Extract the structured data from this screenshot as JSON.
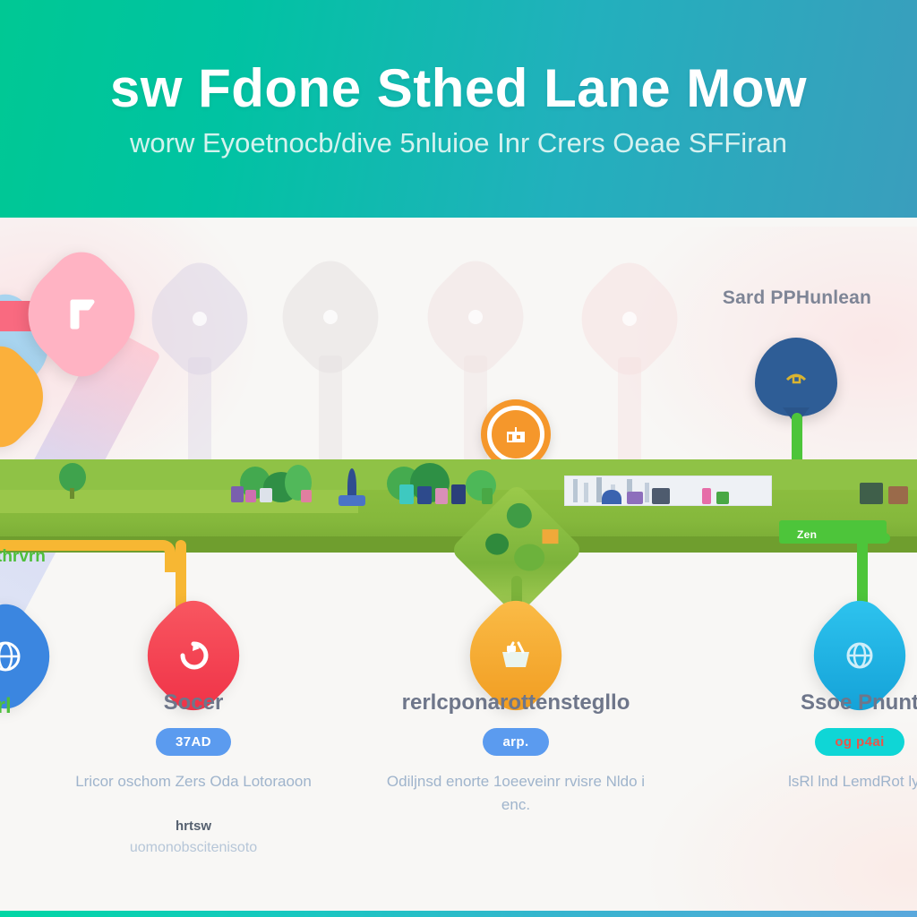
{
  "header": {
    "title": "sw Fdone Sthed Lane Mow",
    "subtitle": "worw Eyoetnocb/dive 5nluioe Inr Crers Oeae SFFiran",
    "gradient_start": "#00c894",
    "gradient_end": "#3a9ebd"
  },
  "map": {
    "side_label_left": "thrvrn",
    "top_label_right": "Sard PPHunlean",
    "inline_tag": "Zen"
  },
  "ghost_pins": [
    {
      "name": "ghost-pin-1",
      "color": "#ddd6e6"
    },
    {
      "name": "ghost-pin-2",
      "color": "#e3dede"
    },
    {
      "name": "ghost-pin-3",
      "color": "#eee0e0"
    },
    {
      "name": "ghost-pin-4",
      "color": "#f2dede"
    }
  ],
  "pins": [
    {
      "name": "pin-pink-flag",
      "icon": "flag-icon",
      "color": "#ffb3c3",
      "label": ""
    },
    {
      "name": "pin-orange-factory",
      "icon": "factory-icon",
      "color": "#f5972b",
      "label": ""
    },
    {
      "name": "pin-navy-shipping",
      "icon": "shipping-icon",
      "color": "#2e5d96",
      "label": "Sard PPHunlean"
    }
  ],
  "cards": [
    {
      "name": "card-left-edge",
      "icon": "globe-icon",
      "icon_color": "#3b86e0",
      "title": "rrl",
      "badge": "",
      "badge_color": "#5b9bef",
      "desc": "",
      "foot_title": "",
      "foot_text": ""
    },
    {
      "name": "card-sourcing",
      "icon": "recycle-icon",
      "icon_color": "#f2454f",
      "title": "Socer",
      "badge": "37AD",
      "badge_color": "#5b9bef",
      "desc": "Lricor oschom Zers Oda Lotoraoon",
      "foot_title": "hrtsw",
      "foot_text": "uomonobscitenisoto"
    },
    {
      "name": "card-processing",
      "icon": "basket-icon",
      "icon_color": "#f5a62b",
      "title": "rerlcponarottenstegllo",
      "badge": "arp.",
      "badge_color": "#5b9bef",
      "desc": "Odiljnsd enorte 1oeeveinr rvisre Nldo i enc.",
      "foot_title": "",
      "foot_text": ""
    },
    {
      "name": "card-supply-planning",
      "icon": "globe-icon",
      "icon_color": "#1fb6e8",
      "title": "Ssoe Pnunt",
      "badge": "og p4ai",
      "badge_color": "#0fd6d6",
      "badge_text_color": "#e8564a",
      "desc": "lsRl lnd LemdRot lyel",
      "foot_title": "",
      "foot_text": ""
    }
  ],
  "colors": {
    "land_green": "#8cbe3f",
    "connector_orange": "#f7b733",
    "connector_green": "#4dc53a",
    "connector_red": "#f2454f",
    "text_muted": "#7e8596",
    "text_desc": "#9fb4cc"
  }
}
